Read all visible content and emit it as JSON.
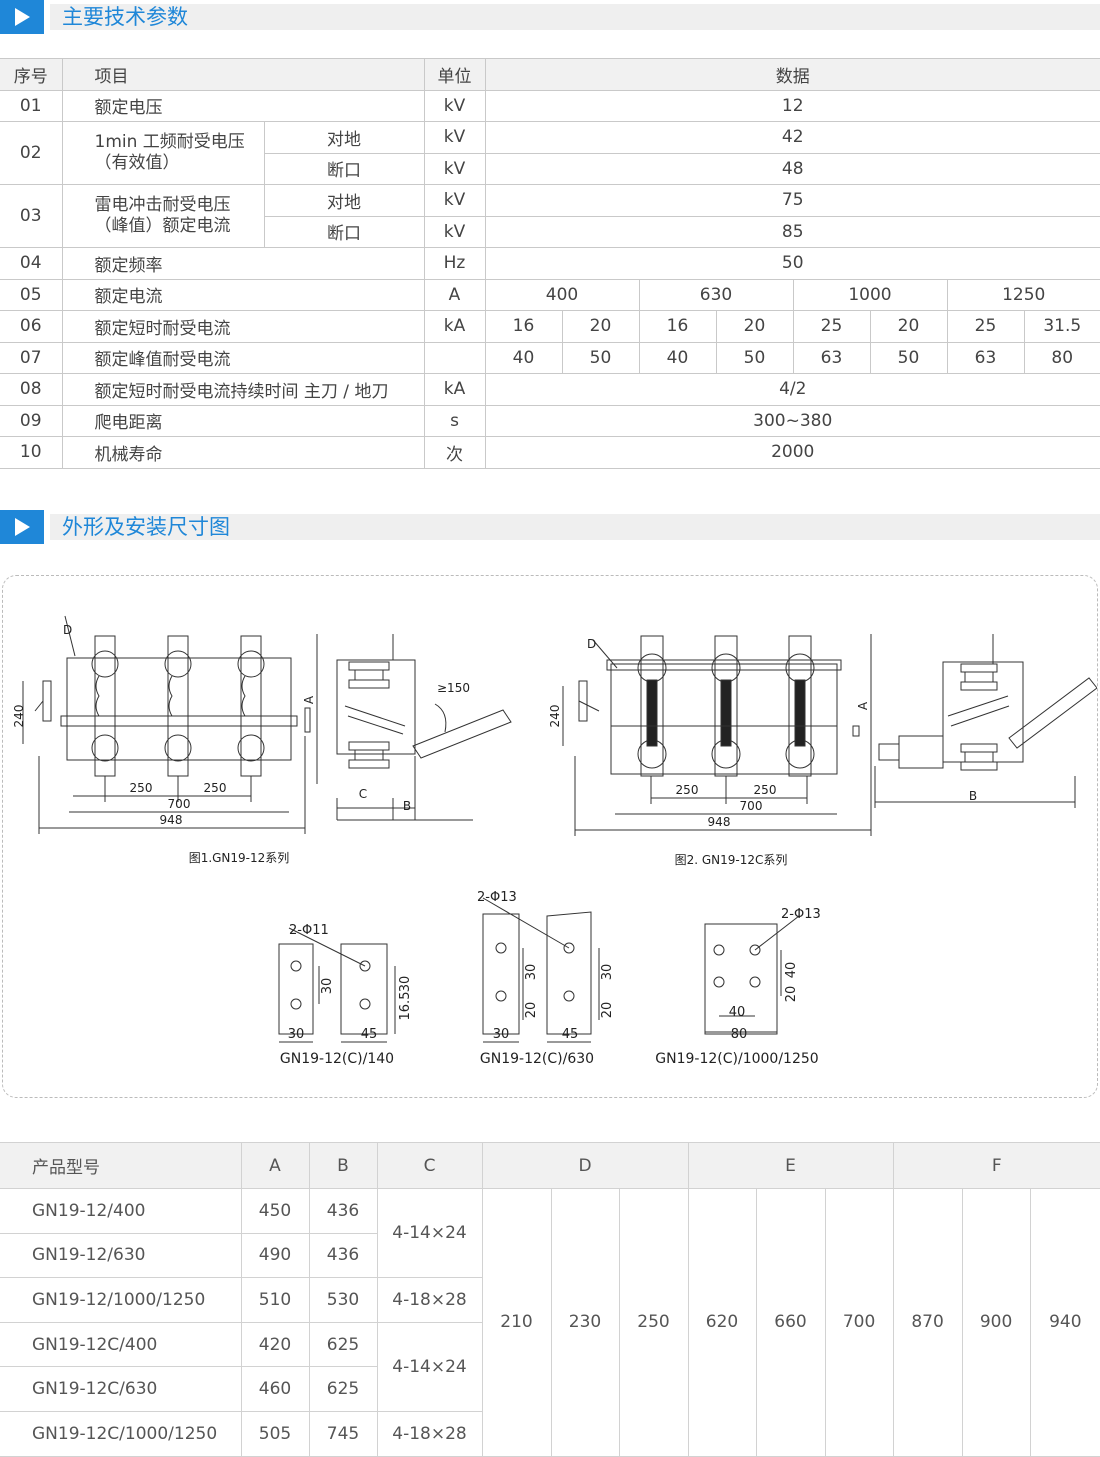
{
  "section1": {
    "title": "主要技术参数"
  },
  "section2": {
    "title": "外形及安装尺寸图"
  },
  "spec": {
    "headers": {
      "no": "序号",
      "item": "项目",
      "unit": "单位",
      "data": "数据"
    },
    "r01": {
      "no": "01",
      "item": "额定电压",
      "unit": "kV",
      "val": "12"
    },
    "r02": {
      "no": "02",
      "item1": "1min 工频耐受电压",
      "item2": "（有效值）",
      "sub_a": "对地",
      "unit_a": "kV",
      "val_a": "42",
      "sub_b": "断口",
      "unit_b": "kV",
      "val_b": "48"
    },
    "r03": {
      "no": "03",
      "item1": "雷电冲击耐受电压",
      "item2": "（峰值）额定电流",
      "sub_a": "对地",
      "unit_a": "kV",
      "val_a": "75",
      "sub_b": "断口",
      "unit_b": "kV",
      "val_b": "85"
    },
    "r04": {
      "no": "04",
      "item": "额定频率",
      "unit": "Hz",
      "val": "50"
    },
    "r05": {
      "no": "05",
      "item": "额定电流",
      "unit": "A",
      "vals": [
        "400",
        "630",
        "1000",
        "1250"
      ]
    },
    "r06": {
      "no": "06",
      "item": "额定短时耐受电流",
      "unit": "kA",
      "vals": [
        "16",
        "20",
        "16",
        "20",
        "25",
        "20",
        "25",
        "31.5"
      ]
    },
    "r07": {
      "no": "07",
      "item": "额定峰值耐受电流",
      "unit": "",
      "vals": [
        "40",
        "50",
        "40",
        "50",
        "63",
        "50",
        "63",
        "80"
      ]
    },
    "r08": {
      "no": "08",
      "item": "额定短时耐受电流持续时间 主刀 / 地刀",
      "unit": "kA",
      "val": "4/2"
    },
    "r09": {
      "no": "09",
      "item": "爬电距离",
      "unit": "s",
      "val": "300~380"
    },
    "r10": {
      "no": "10",
      "item": "机械寿命",
      "unit": "次",
      "val": "2000"
    }
  },
  "drawings": {
    "fig1_caption": "图1.GN19-12系列",
    "fig2_caption": "图2. GN19-12C系列",
    "dims": {
      "d": "D",
      "a": "A",
      "b": "B",
      "c": "C",
      "h240": "240",
      "w250": "250",
      "w700": "700",
      "w948": "948",
      "angle": "≥150"
    },
    "detail1": {
      "caption": "GN19-12(C)/140",
      "hole": "2-Φ11",
      "d30v": "30",
      "d165": "16.5",
      "d30v2": "30",
      "d30h": "30",
      "d45": "45"
    },
    "detail2": {
      "caption": "GN19-12(C)/630",
      "hole": "2-Φ13",
      "d30a": "30",
      "d20a": "20",
      "d30b": "30",
      "d20b": "20",
      "d30h": "30",
      "d45": "45"
    },
    "detail3": {
      "caption": "GN19-12(C)/1000/1250",
      "hole": "2-Φ13",
      "d40v": "40",
      "d20v": "20",
      "d40h": "40",
      "d80": "80"
    }
  },
  "dim_table": {
    "headers": [
      "产品型号",
      "A",
      "B",
      "C",
      "D",
      "E",
      "F"
    ],
    "rows": [
      {
        "model": "GN19-12/400",
        "a": "450",
        "b": "436"
      },
      {
        "model": "GN19-12/630",
        "a": "490",
        "b": "436"
      },
      {
        "model": "GN19-12/1000/1250",
        "a": "510",
        "b": "530"
      },
      {
        "model": "GN19-12C/400",
        "a": "420",
        "b": "625"
      },
      {
        "model": "GN19-12C/630",
        "a": "460",
        "b": "625"
      },
      {
        "model": "GN19-12C/1000/1250",
        "a": "505",
        "b": "745"
      }
    ],
    "c_vals": [
      "4-14×24",
      "4-18×28",
      "4-14×24",
      "4-18×28"
    ],
    "d_vals": [
      "210",
      "230",
      "250"
    ],
    "e_vals": [
      "620",
      "660",
      "700"
    ],
    "f_vals": [
      "870",
      "900",
      "940"
    ]
  }
}
